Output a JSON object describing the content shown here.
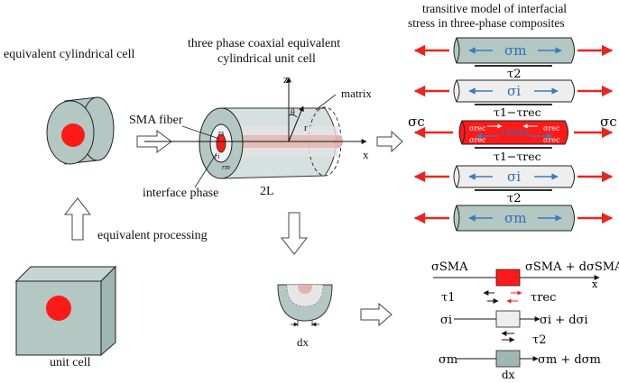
{
  "titles": {
    "equiv_cell": "equivalent cylindrical cell",
    "coaxial_line1": "three phase coaxial equivalent",
    "coaxial_line2": "cylindrical unit cell",
    "transitive_line1": "transitive model of interfacial",
    "transitive_line2": "stress in three-phase composites"
  },
  "labels": {
    "unit_cell": "unit cell",
    "equiv_processing": "equivalent processing",
    "sma_fiber": "SMA fiber",
    "interface_phase": "interface phase",
    "matrix": "matrix",
    "two_l": "2L",
    "axis_z": "z",
    "axis_x": "x",
    "theta": "θ",
    "r": "r",
    "rs": "rs",
    "ri": "ri",
    "rm": "rm",
    "dx_bottom": "dx",
    "dx_element": "dx"
  },
  "stress_model": {
    "sigma_c": "σc",
    "sigma_m": "σm",
    "sigma_i": "σi",
    "sigma_sma": "σSMA",
    "sigma_rec": "σrec",
    "tau2": "τ2",
    "tau1_rec": "τ1−τrec"
  },
  "element_eq": {
    "sigma_sma": "σSMA",
    "sigma_sma_plus": "σSMA + dσSMA",
    "tau1": "τ1",
    "tau_rec": "τrec",
    "sigma_i": "σi",
    "sigma_i_plus": "σi + dσi",
    "tau2": "τ2",
    "sigma_m": "σm",
    "sigma_m_plus": "σm + dσm",
    "x": "x"
  },
  "colors": {
    "fiber_red": "#ff1a1a",
    "matrix_grey": "#b3c7c3",
    "interface_light": "#eeeeee",
    "arrow_red": "#e8261f",
    "arrow_blue": "#3b7bbf",
    "sigma_blue": "#2f6fb5"
  }
}
